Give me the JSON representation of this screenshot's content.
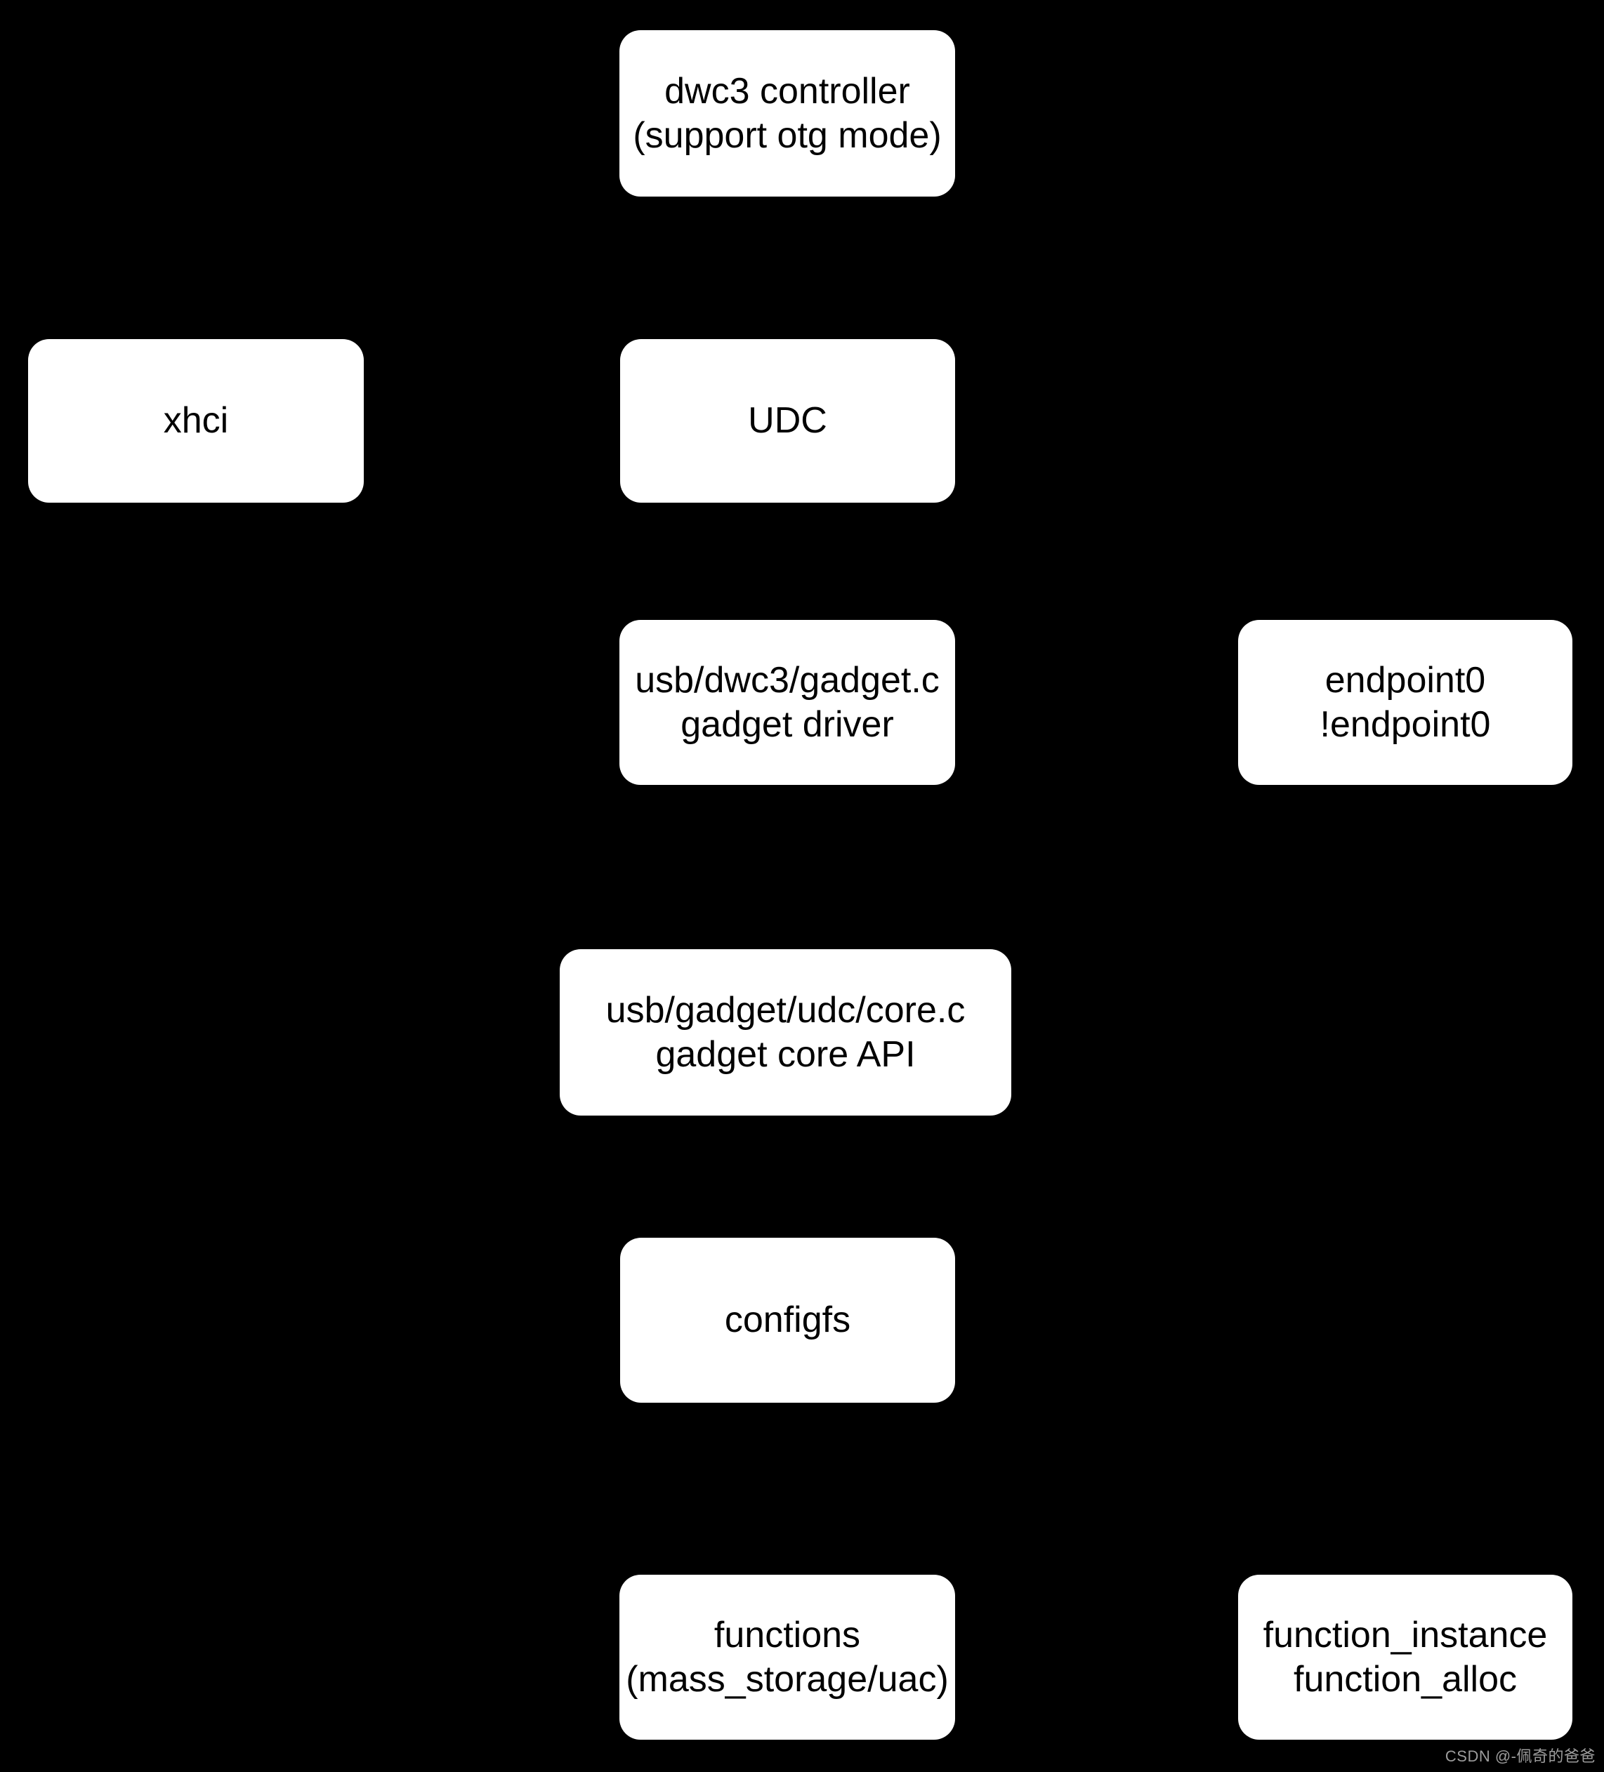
{
  "diagram": {
    "background_color": "#000000",
    "node_fill_color": "#ffffff",
    "node_text_color": "#000000",
    "nodes": [
      {
        "id": "dwc3-controller",
        "lines": [
          "dwc3 controller",
          "(support otg mode)"
        ]
      },
      {
        "id": "xhci",
        "lines": [
          "xhci"
        ]
      },
      {
        "id": "udc",
        "lines": [
          "UDC"
        ]
      },
      {
        "id": "dwc3-gadget-driver",
        "lines": [
          "usb/dwc3/gadget.c",
          "gadget driver"
        ]
      },
      {
        "id": "endpoint0",
        "lines": [
          "endpoint0",
          "!endpoint0"
        ]
      },
      {
        "id": "gadget-core-api",
        "lines": [
          "usb/gadget/udc/core.c",
          "gadget core API"
        ]
      },
      {
        "id": "configfs",
        "lines": [
          "configfs"
        ]
      },
      {
        "id": "functions",
        "lines": [
          "functions",
          "(mass_storage/uac)"
        ]
      },
      {
        "id": "function-instance",
        "lines": [
          "function_instance",
          "function_alloc"
        ]
      }
    ]
  },
  "watermark": {
    "text": "CSDN @-佩奇的爸爸",
    "color": "#9d9d9d"
  }
}
